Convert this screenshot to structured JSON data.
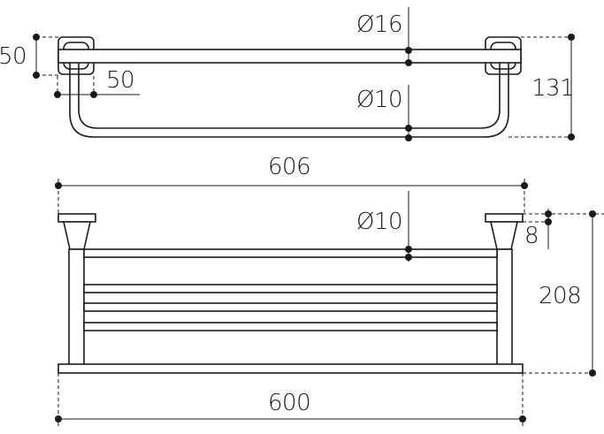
{
  "top_view": {
    "dim_height": "50",
    "dim_offset": "50",
    "dim_tube_large": "Ø16",
    "dim_tube_small": "Ø10",
    "dim_depth": "131"
  },
  "front_view": {
    "dim_overall_width": "606",
    "dim_rail": "Ø10",
    "dim_plate": "8",
    "dim_height": "208",
    "dim_base_width": "600"
  }
}
